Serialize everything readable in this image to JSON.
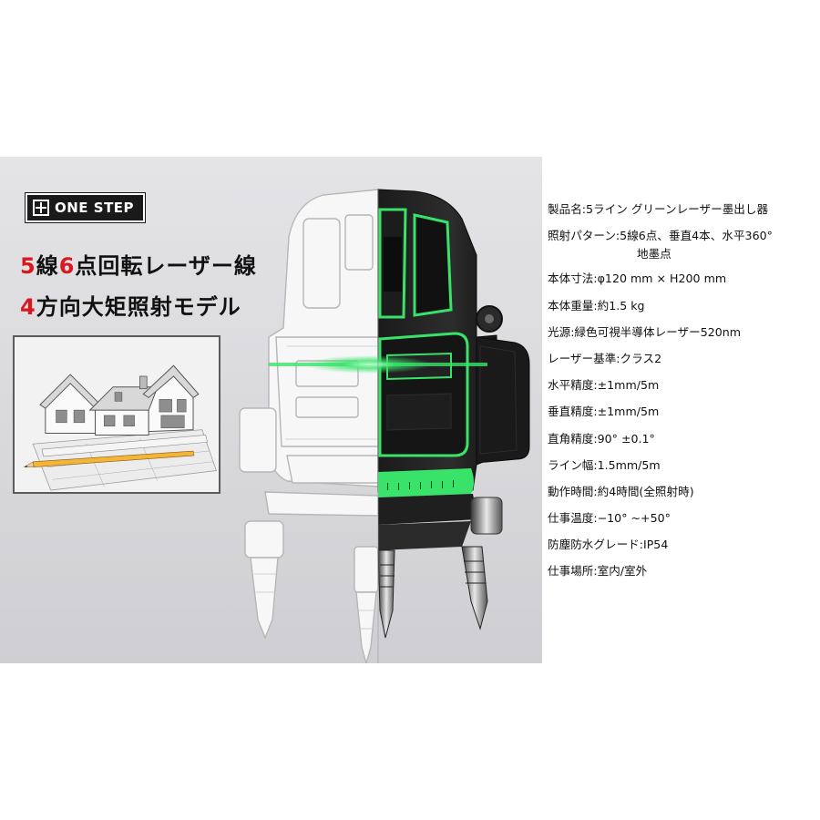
{
  "brand": {
    "logo_text": "ONE STEP",
    "logo_icon": "grid-icon"
  },
  "headline": {
    "line1": {
      "num1": "5",
      "part1": "線",
      "num2": "6",
      "part2": "点回転レーザー線"
    },
    "line2": {
      "num1": "4",
      "part1": "方向大矩照射モデル"
    }
  },
  "specs": [
    "製品名:5ライン グリーンレーザー墨出し器",
    "照射パターン:5線6点、垂直4本、水平360°",
    "地墨点",
    "本体寸法:φ120 mm × H200 mm",
    "本体重量:約1.5 kg",
    "光源:緑色可視半導体レーザー520nm",
    "レーザー基準:クラス2",
    "水平精度:±1mm/5m",
    "垂直精度:±1mm/5m",
    "直角精度:90° ±0.1°",
    "ライン幅:1.5mm/5m",
    "動作時間:約4時間(全照射時)",
    "仕事温度:−10° ~+50°",
    "防塵防水グレード:IP54",
    "仕事場所:室内/室外"
  ],
  "colors": {
    "accent_red": "#d8181e",
    "laser_green": "#39e36a",
    "banner_bg": "#dcdcdf"
  }
}
